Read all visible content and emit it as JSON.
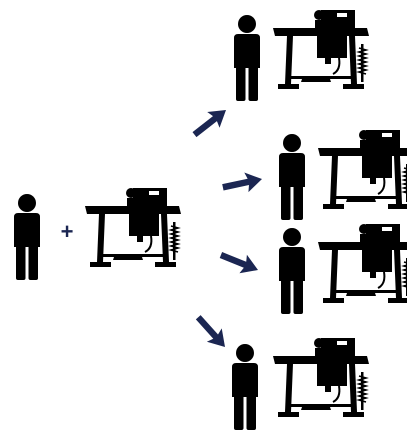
{
  "diagram": {
    "operator_symbol": "+",
    "colors": {
      "figure": "#000000",
      "arrow": "#1b2652",
      "plus": "#1b2652",
      "background": "#ffffff"
    },
    "icons": {
      "person": "person-icon",
      "machine": "sewing-machine-icon",
      "arrow": "arrow-icon"
    },
    "input_group": {
      "person_count": 1,
      "machine_count": 1
    },
    "output_groups": [
      {
        "person_count": 1,
        "machine_count": 1
      },
      {
        "person_count": 1,
        "machine_count": 1
      },
      {
        "person_count": 1,
        "machine_count": 1
      },
      {
        "person_count": 1,
        "machine_count": 1
      }
    ]
  }
}
